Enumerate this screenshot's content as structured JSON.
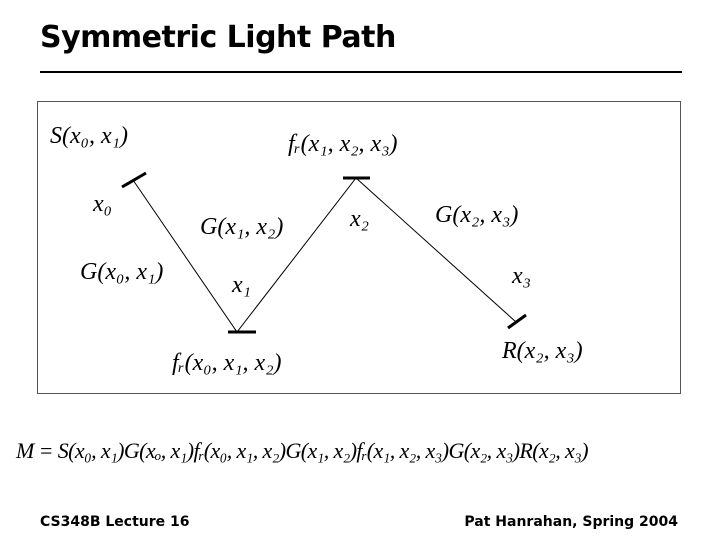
{
  "title": "Symmetric Light Path",
  "diagram": {
    "labels": {
      "S": "S(x₀, x₁)",
      "fr_top": "fᵣ(x₁, x₂, x₃)",
      "x0": "x₀",
      "G12": "G(x₁, x₂)",
      "x2": "x₂",
      "G23": "G(x₂, x₃)",
      "G01": "G(x₀, x₁)",
      "x1": "x₁",
      "x3": "x₃",
      "fr_bottom": "fᵣ(x₀, x₁, x₂)",
      "R": "R(x₂, x₃)"
    }
  },
  "equation": "M = S(x₀, x₁)G(xₒ, x₁)fᵣ(x₀, x₁, x₂)G(x₁, x₂)fᵣ(x₁, x₂, x₃)G(x₂, x₃)R(x₂, x₃)",
  "footer": {
    "left": "CS348B Lecture 16",
    "right": "Pat Hanrahan, Spring 2004"
  }
}
